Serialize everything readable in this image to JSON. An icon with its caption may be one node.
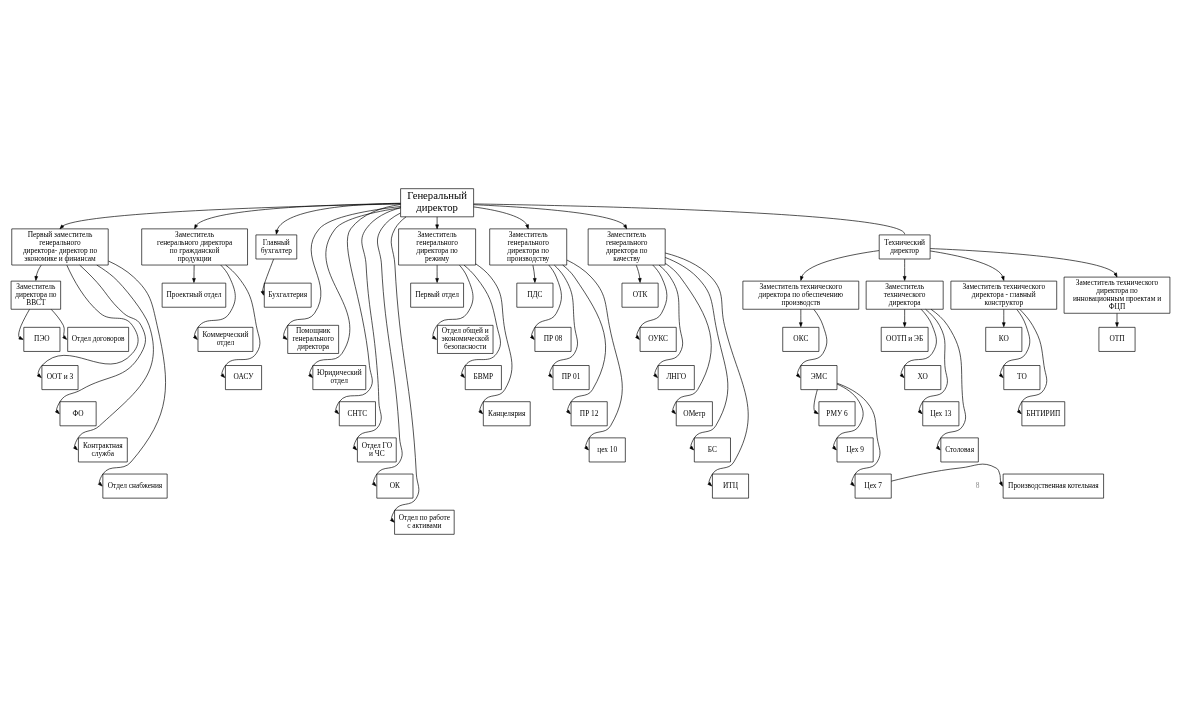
{
  "diagram": {
    "nodes": [
      {
        "text": [
          "Генеральный директор"
        ]
      },
      {
        "text": [
          "Первый заместитель генерального директора- директор по экономике и финансам"
        ]
      },
      {
        "text": [
          "Заместитель директора по ВВСТ"
        ]
      },
      {
        "text": [
          "ПЭО"
        ]
      },
      {
        "text": [
          "Отдел договоров"
        ]
      },
      {
        "text": [
          "ООТ и З"
        ]
      },
      {
        "text": [
          "ФО"
        ]
      },
      {
        "text": [
          "Контрактная служба"
        ]
      },
      {
        "text": [
          "Отдел снабжения"
        ]
      },
      {
        "text": [
          "Заместитель генерального директора по гражданской продукции"
        ]
      },
      {
        "text": [
          "Проектный отдел"
        ]
      },
      {
        "text": [
          "Коммерческий отдел"
        ]
      },
      {
        "text": [
          "ОАСУ"
        ]
      },
      {
        "text": [
          "Главный бухгалтер"
        ]
      },
      {
        "text": [
          "Бухгалтерия"
        ]
      },
      {
        "text": [
          "Помощник генерального директора"
        ]
      },
      {
        "text": [
          "Юридический отдел"
        ]
      },
      {
        "text": [
          "СНТС"
        ]
      },
      {
        "text": [
          "Отдел ГО и ЧС"
        ]
      },
      {
        "text": [
          "ОК"
        ]
      },
      {
        "text": [
          "Отдел по работе с активами"
        ]
      },
      {
        "text": [
          "Заместитель генерального директора по режиму"
        ]
      },
      {
        "text": [
          "Первый отдел"
        ]
      },
      {
        "text": [
          "Отдел общей и экономической безопасности"
        ]
      },
      {
        "text": [
          "БВМР"
        ]
      },
      {
        "text": [
          "Канцелярия"
        ]
      },
      {
        "text": [
          "Заместитель генерального директора по производству"
        ]
      },
      {
        "text": [
          "ПДС"
        ]
      },
      {
        "text": [
          "ПР 08"
        ]
      },
      {
        "text": [
          "ПР 01"
        ]
      },
      {
        "text": [
          "ПР 12"
        ]
      },
      {
        "text": [
          "цех 10"
        ]
      },
      {
        "text": [
          "Заместитель генерального директора по качеству"
        ]
      },
      {
        "text": [
          "ОТК"
        ]
      },
      {
        "text": [
          "ОУКС"
        ]
      },
      {
        "text": [
          "ЛНГО"
        ]
      },
      {
        "text": [
          "ОМетр"
        ]
      },
      {
        "text": [
          "БС"
        ]
      },
      {
        "text": [
          "ИТЦ"
        ]
      },
      {
        "text": [
          "Технический директор"
        ]
      },
      {
        "text": [
          "Заместитель технического директора по обеспечению производств"
        ]
      },
      {
        "text": [
          "ОКС"
        ]
      },
      {
        "text": [
          "ЭМС"
        ]
      },
      {
        "text": [
          "РМУ 6"
        ]
      },
      {
        "text": [
          "Цех 9"
        ]
      },
      {
        "text": [
          "Цех 7"
        ]
      },
      {
        "text": [
          "Производственная котельная"
        ]
      },
      {
        "text": [
          "Заместитель технического директора"
        ]
      },
      {
        "text": [
          "ООТП и ЭБ"
        ]
      },
      {
        "text": [
          "ХО"
        ]
      },
      {
        "text": [
          "Цех 13"
        ]
      },
      {
        "text": [
          "Столовая"
        ]
      },
      {
        "text": [
          "Заместитель технического директора - главный конструктор"
        ]
      },
      {
        "text": [
          "КО"
        ]
      },
      {
        "text": [
          "ТО"
        ]
      },
      {
        "text": [
          "БНТИРИП"
        ]
      },
      {
        "text": [
          "Заместитель технического директора по инновационным проектам и ФЦП"
        ]
      },
      {
        "text": [
          "ОТП"
        ]
      }
    ],
    "edges": [
      {
        "from": 0,
        "to": 1,
        "arrow": "to"
      },
      {
        "from": 0,
        "to": 9,
        "arrow": "to"
      },
      {
        "from": 0,
        "to": 21,
        "arrow": "to"
      },
      {
        "from": 0,
        "to": 26,
        "arrow": "to"
      },
      {
        "from": 0,
        "to": 32,
        "arrow": "to"
      },
      {
        "from": 0,
        "to": 39,
        "arrow": "none"
      },
      {
        "from": 0,
        "to": 13,
        "arrow": "to"
      },
      {
        "from": 0,
        "to": 15,
        "arrow": "to"
      },
      {
        "from": 0,
        "to": 16,
        "arrow": "to"
      },
      {
        "from": 0,
        "to": 17,
        "arrow": "to"
      },
      {
        "from": 0,
        "to": 18,
        "arrow": "to"
      },
      {
        "from": 0,
        "to": 19,
        "arrow": "to"
      },
      {
        "from": 0,
        "to": 20,
        "arrow": "to"
      },
      {
        "from": 13,
        "to": 14,
        "arrow": "to"
      },
      {
        "from": 1,
        "to": 2,
        "arrow": "to"
      },
      {
        "from": 2,
        "to": 3,
        "arrow": "to"
      },
      {
        "from": 2,
        "to": 4,
        "arrow": "to"
      },
      {
        "from": 1,
        "to": 5,
        "arrow": "to"
      },
      {
        "from": 1,
        "to": 6,
        "arrow": "to"
      },
      {
        "from": 1,
        "to": 7,
        "arrow": "to"
      },
      {
        "from": 1,
        "to": 8,
        "arrow": "to"
      },
      {
        "from": 9,
        "to": 10,
        "arrow": "to"
      },
      {
        "from": 9,
        "to": 11,
        "arrow": "to"
      },
      {
        "from": 9,
        "to": 12,
        "arrow": "to"
      },
      {
        "from": 21,
        "to": 22,
        "arrow": "to"
      },
      {
        "from": 21,
        "to": 23,
        "arrow": "to"
      },
      {
        "from": 21,
        "to": 24,
        "arrow": "to"
      },
      {
        "from": 21,
        "to": 25,
        "arrow": "to"
      },
      {
        "from": 26,
        "to": 27,
        "arrow": "to"
      },
      {
        "from": 26,
        "to": 28,
        "arrow": "to"
      },
      {
        "from": 26,
        "to": 29,
        "arrow": "to"
      },
      {
        "from": 26,
        "to": 30,
        "arrow": "to"
      },
      {
        "from": 26,
        "to": 31,
        "arrow": "to"
      },
      {
        "from": 32,
        "to": 33,
        "arrow": "to"
      },
      {
        "from": 32,
        "to": 34,
        "arrow": "to"
      },
      {
        "from": 32,
        "to": 35,
        "arrow": "to"
      },
      {
        "from": 32,
        "to": 36,
        "arrow": "to"
      },
      {
        "from": 32,
        "to": 37,
        "arrow": "to"
      },
      {
        "from": 32,
        "to": 38,
        "arrow": "to"
      },
      {
        "from": 39,
        "to": 40,
        "arrow": "to"
      },
      {
        "from": 39,
        "to": 47,
        "arrow": "to"
      },
      {
        "from": 39,
        "to": 52,
        "arrow": "to"
      },
      {
        "from": 39,
        "to": 56,
        "arrow": "to"
      },
      {
        "from": 40,
        "to": 41,
        "arrow": "to"
      },
      {
        "from": 40,
        "to": 42,
        "arrow": "to"
      },
      {
        "from": 42,
        "to": 43,
        "arrow": "to"
      },
      {
        "from": 42,
        "to": 44,
        "arrow": "to"
      },
      {
        "from": 42,
        "to": 45,
        "arrow": "to"
      },
      {
        "from": 45,
        "to": 46,
        "arrow": "to"
      },
      {
        "from": 47,
        "to": 48,
        "arrow": "to"
      },
      {
        "from": 47,
        "to": 49,
        "arrow": "to"
      },
      {
        "from": 47,
        "to": 50,
        "arrow": "to"
      },
      {
        "from": 47,
        "to": 51,
        "arrow": "to"
      },
      {
        "from": 52,
        "to": 53,
        "arrow": "to"
      },
      {
        "from": 52,
        "to": 54,
        "arrow": "to"
      },
      {
        "from": 52,
        "to": 55,
        "arrow": "to"
      },
      {
        "from": 56,
        "to": 57,
        "arrow": "to"
      }
    ],
    "labels": [
      "8"
    ]
  }
}
